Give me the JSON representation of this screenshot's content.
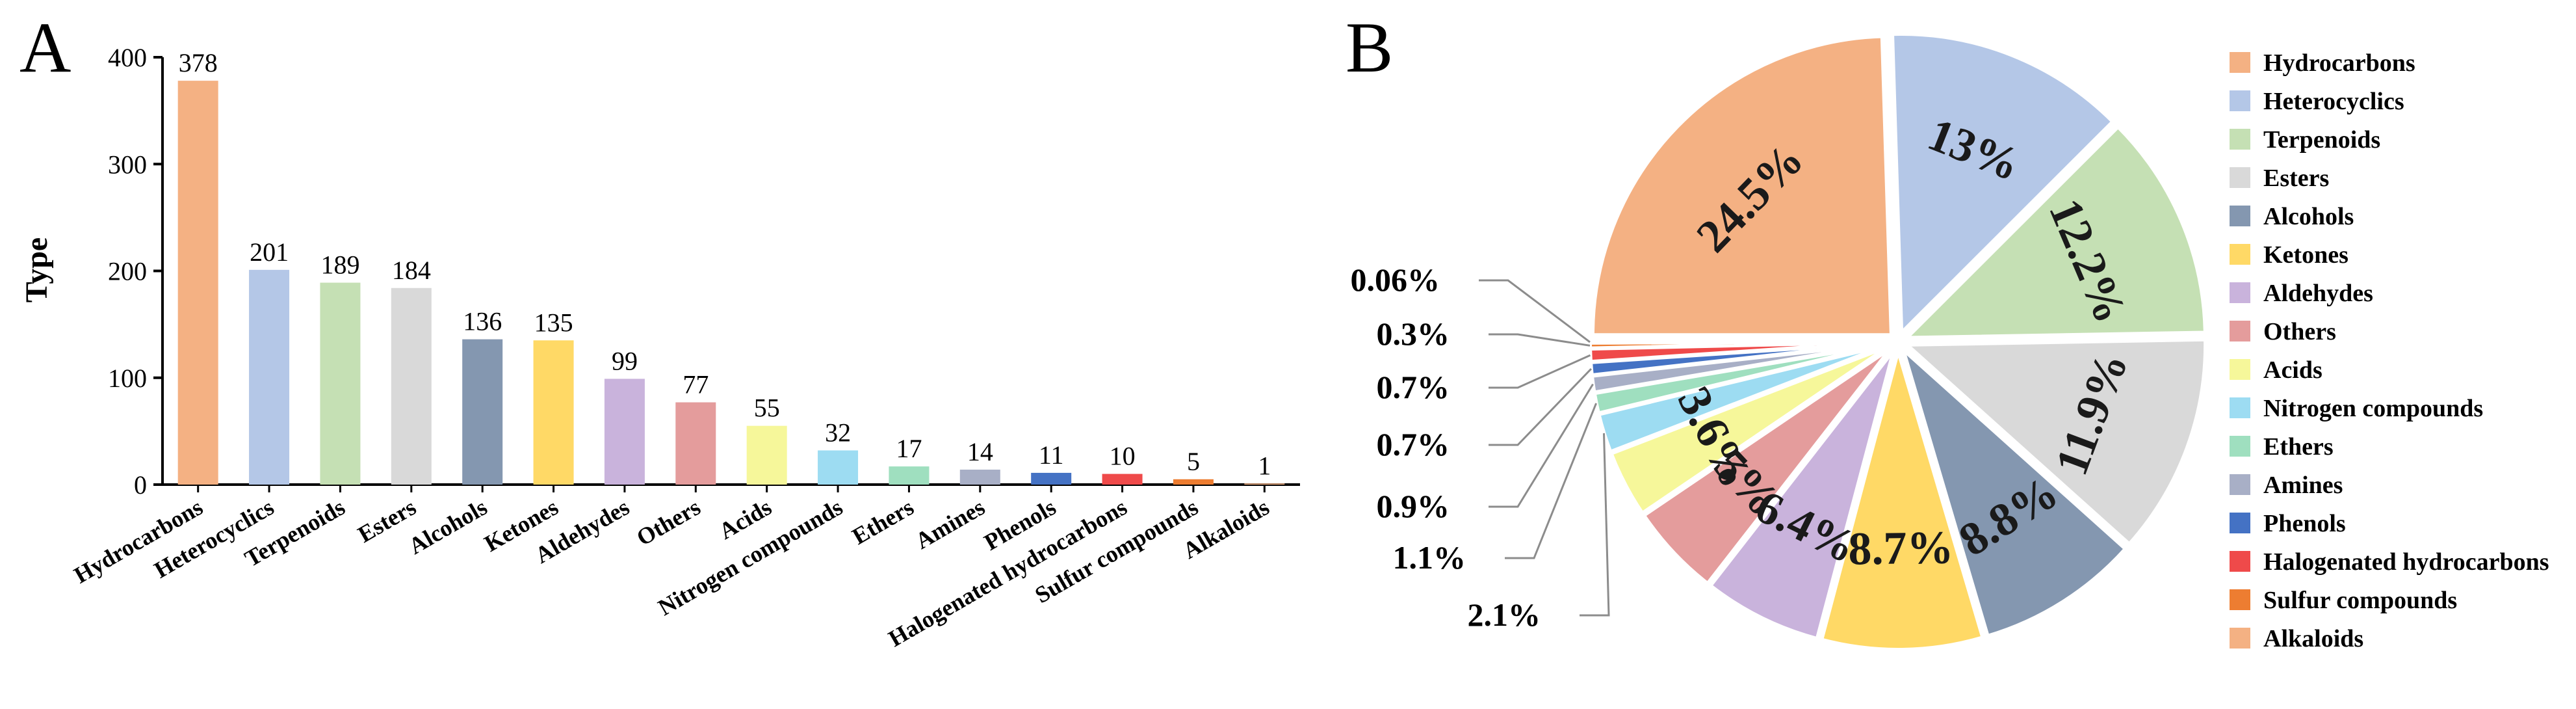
{
  "panels": [
    {
      "letter": "A"
    },
    {
      "letter": "B"
    }
  ],
  "colors": [
    "#f4b183",
    "#b4c7e7",
    "#c5e0b4",
    "#d9d9d9",
    "#8497b0",
    "#ffd966",
    "#c9b3dc",
    "#e49c9c",
    "#f6f79a",
    "#9ddcf2",
    "#9fdfbf",
    "#a8afc6",
    "#4472c4",
    "#ef4a4a",
    "#ed7d31",
    "#f4b183"
  ],
  "chart_data": [
    {
      "type": "bar",
      "title": "",
      "xlabel": "",
      "ylabel": "Type",
      "ylim": [
        0,
        400
      ],
      "yticks": [
        0,
        100,
        200,
        300,
        400
      ],
      "grid": false,
      "categories": [
        "Hydrocarbons",
        "Heterocyclics",
        "Terpenoids",
        "Esters",
        "Alcohols",
        "Ketones",
        "Aldehydes",
        "Others",
        "Acids",
        "Nitrogen compounds",
        "Ethers",
        "Amines",
        "Phenols",
        "Halogenated hydrocarbons",
        "Sulfur compounds",
        "Alkaloids"
      ],
      "values": [
        378,
        201,
        189,
        184,
        136,
        135,
        99,
        77,
        55,
        32,
        17,
        14,
        11,
        10,
        5,
        1
      ],
      "value_labels": [
        "378",
        "201",
        "189",
        "184",
        "136",
        "135",
        "99",
        "77",
        "55",
        "32",
        "17",
        "14",
        "11",
        "10",
        "5",
        "1"
      ]
    },
    {
      "type": "pie",
      "title": "",
      "legend": "right",
      "categories": [
        "Hydrocarbons",
        "Heterocyclics",
        "Terpenoids",
        "Esters",
        "Alcohols",
        "Ketones",
        "Aldehydes",
        "Others",
        "Acids",
        "Nitrogen compounds",
        "Ethers",
        "Amines",
        "Phenols",
        "Halogenated hydrocarbons",
        "Sulfur compounds",
        "Alkaloids"
      ],
      "values": [
        24.5,
        13,
        12.2,
        11.9,
        8.8,
        8.7,
        6.4,
        5,
        3.6,
        2.1,
        1.1,
        0.9,
        0.7,
        0.7,
        0.3,
        0.06
      ],
      "labels": [
        "24.5%",
        "13%",
        "12.2%",
        "11.9%",
        "8.8%",
        "8.7%",
        "6.4%",
        "5%",
        "3.6%",
        "2.1%",
        "1.1%",
        "0.9%",
        "0.7%",
        "0.7%",
        "0.3%",
        "0.06%"
      ]
    }
  ]
}
